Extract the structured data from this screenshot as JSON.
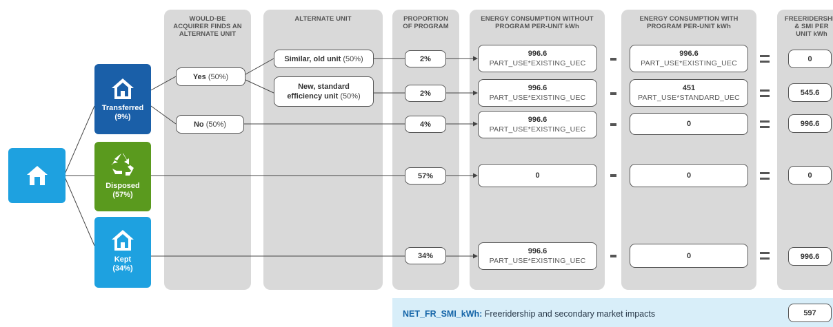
{
  "columns": {
    "finds_alt": "WOULD-BE\nACQUIRER FINDS AN\nALTERNATE UNIT",
    "alt_unit": "ALTERNATE UNIT",
    "proportion": "PROPORTION\nOF PROGRAM",
    "without": "ENERGY CONSUMPTION WITHOUT\nPROGRAM PER-UNIT kWh",
    "with": "ENERGY CONSUMPTION WITH\nPROGRAM PER-UNIT kWh",
    "fr": "FREERIDERSHIP\n& SMI PER\nUNIT kWh"
  },
  "tiles": {
    "transferred": "Transferred\n(9%)",
    "disposed": "Disposed\n(57%)",
    "kept": "Kept\n(34%)"
  },
  "decisions": {
    "yes": {
      "label": "Yes",
      "pct": "(50%)"
    },
    "no": {
      "label": "No",
      "pct": "(50%)"
    }
  },
  "alternates": {
    "similar": {
      "label": "Similar, old unit",
      "pct": "(50%)"
    },
    "new_line1": "New, standard",
    "new_line2": "efficiency unit",
    "new_pct": "(50%)"
  },
  "rows": [
    {
      "prop": "2%",
      "without_val": "996.6",
      "without_formula": "PART_USE*EXISTING_UEC",
      "with_val": "996.6",
      "with_formula": "PART_USE*EXISTING_UEC",
      "fr": "0"
    },
    {
      "prop": "2%",
      "without_val": "996.6",
      "without_formula": "PART_USE*EXISTING_UEC",
      "with_val": "451",
      "with_formula": "PART_USE*STANDARD_UEC",
      "fr": "545.6"
    },
    {
      "prop": "4%",
      "without_val": "996.6",
      "without_formula": "PART_USE*EXISTING_UEC",
      "with_val": "0",
      "with_formula": "",
      "fr": "996.6"
    },
    {
      "prop": "57%",
      "without_val": "0",
      "without_formula": "",
      "with_val": "0",
      "with_formula": "",
      "fr": "0"
    },
    {
      "prop": "34%",
      "without_val": "996.6",
      "without_formula": "PART_USE*EXISTING_UEC",
      "with_val": "0",
      "with_formula": "",
      "fr": "996.6"
    }
  ],
  "net": {
    "key": "NET_FR_SMI_kWh:",
    "desc": "Freeridership and secondary market impacts",
    "value": "597"
  },
  "colors": {
    "dark_blue": "#1a5fa8",
    "green": "#5a9a1e",
    "light_blue": "#1ea1e0",
    "column_gray": "#d9d9d9",
    "net_bar": "#d8eef9"
  },
  "icons": [
    "house-icon",
    "recycle-icon"
  ]
}
